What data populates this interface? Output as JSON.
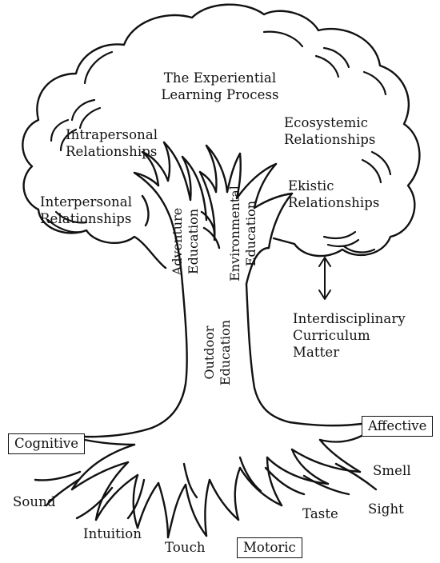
{
  "title": [
    "The Experiential",
    "Learning Process"
  ],
  "branches_left": {
    "intrapersonal": [
      "Intrapersonal",
      "Relationships"
    ],
    "interpersonal": [
      "Interpersonal",
      "Relationships"
    ]
  },
  "branches_right": {
    "ecosystemic": [
      "Ecosystemic",
      "Relationships"
    ],
    "ekistic": [
      "Ekistic",
      "Relationships"
    ]
  },
  "trunk": {
    "adventure": [
      "Adventure",
      "Education"
    ],
    "environmental": [
      "Environmental",
      "Education"
    ],
    "outdoor": [
      "Outdoor",
      "Education"
    ]
  },
  "interdisciplinary": [
    "Interdisciplinary",
    "Curriculum",
    "Matter"
  ],
  "domains": {
    "cognitive": "Cognitive",
    "affective": "Affective",
    "motoric": "Motoric"
  },
  "senses": {
    "sound": "Sound",
    "intuition": "Intuition",
    "touch": "Touch",
    "taste": "Taste",
    "sight": "Sight",
    "smell": "Smell"
  },
  "icons": {
    "tree": "tree-illustration",
    "arrow": "double-arrow-icon"
  }
}
